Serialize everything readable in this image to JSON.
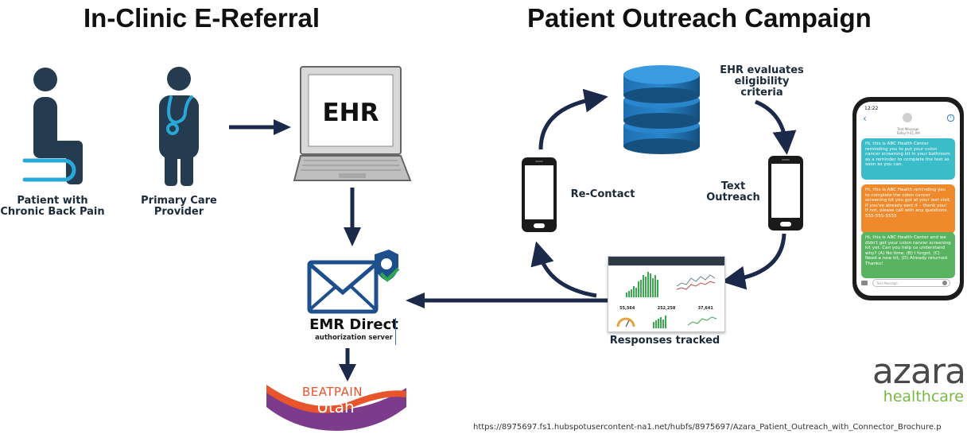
{
  "titles": {
    "left": "In-Clinic E-Referral",
    "right": "Patient Outreach Campaign"
  },
  "labels": {
    "patient": "Patient with\nChronic Back Pain",
    "provider": "Primary Care\nProvider",
    "ehr_screen": "EHR",
    "emr_direct": "EMR Direct",
    "emr_sub": "authorization server",
    "beatpain": "BEATPAIN",
    "utah": "Utah",
    "ehr_evaluates": "EHR evaluates\neligibility criteria",
    "text_outreach": "Text\nOutreach",
    "re_contact": "Re-Contact",
    "responses_tracked": "Responses tracked"
  },
  "phone_mockup": {
    "time": "12:22",
    "header": "Text Message\nToday 9:41 AM",
    "messages": [
      {
        "text": "Hi, this is ABC Health Center reminding you to put your colon cancer screening kit in your bathroom as a reminder to complete the test as soon as you can.",
        "color": "#3bbcc9"
      },
      {
        "text": "Hi, this is ABC Health reminding you to complete the colon cancer screening kit you got at your last visit. If you've already sent it – thank you! If not, please call with any questions. 555-555-5555",
        "color": "#ef8a2c"
      },
      {
        "text": "Hi, this is ABC Health Center and we didn't get your colon cancer screening kit yet. Can you help us understand why? (A) No time, (B) I forgot, (C) Need a new kit, (D) Already returned. Thanks!",
        "color": "#58b460"
      }
    ],
    "input_placeholder": "Text Message"
  },
  "dashboard": {
    "stats": [
      "55,564",
      "252,258",
      "37,641"
    ]
  },
  "logo": {
    "name": "azara",
    "tagline": "healthcare"
  },
  "source_url": "https://8975697.fs1.hubspotusercontent-na1.net/hubfs/8975697/Azara_Patient_Outreach_with_Connector_Brochure.p",
  "colors": {
    "navy": "#1b2a4a",
    "icon_navy": "#253b50",
    "accent_blue": "#29a8d8",
    "shield_green": "#2eaa4a",
    "beatpain_orange": "#e8542c",
    "beatpain_purple": "#7d3b8c",
    "azara_gray": "#4a4a4a",
    "azara_green": "#78b843"
  }
}
